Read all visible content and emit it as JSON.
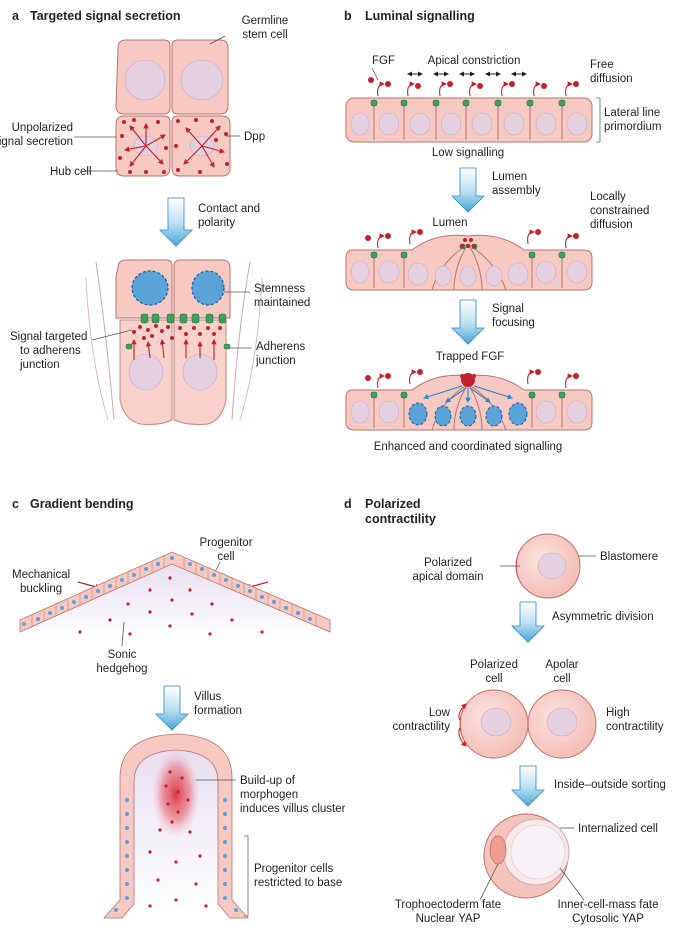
{
  "panels": {
    "a": {
      "letter": "a",
      "title": "Targeted signal secretion",
      "labels": {
        "germline_1": "Germline",
        "germline_2": "stem cell",
        "unpolarized_1": "Unpolarized",
        "unpolarized_2": "signal secretion",
        "dpp": "Dpp",
        "hub_cell": "Hub cell",
        "contact_1": "Contact and",
        "contact_2": "polarity",
        "stemness_1": "Stemness",
        "stemness_2": "maintained",
        "signal_targeted_1": "Signal targeted",
        "signal_targeted_2": "to adherens",
        "signal_targeted_3": "junction",
        "adherens_1": "Adherens",
        "adherens_2": "junction"
      }
    },
    "b": {
      "letter": "b",
      "title": "Luminal signalling",
      "labels": {
        "fgf": "FGF",
        "apical_constriction": "Apical constriction",
        "free_diffusion_1": "Free",
        "free_diffusion_2": "diffusion",
        "lateral_line_1": "Lateral line",
        "lateral_line_2": "primordium",
        "low_signalling": "Low signalling",
        "lumen_assembly_1": "Lumen",
        "lumen_assembly_2": "assembly",
        "locally_1": "Locally",
        "locally_2": "constrained",
        "locally_3": "diffusion",
        "lumen": "Lumen",
        "signal_focusing_1": "Signal",
        "signal_focusing_2": "focusing",
        "trapped_fgf": "Trapped FGF",
        "enhanced": "Enhanced and coordinated signalling"
      }
    },
    "c": {
      "letter": "c",
      "title": "Gradient bending",
      "labels": {
        "progenitor_1": "Progenitor",
        "progenitor_2": "cell",
        "mechanical_1": "Mechanical",
        "mechanical_2": "buckling",
        "sonic_1": "Sonic",
        "sonic_2": "hedgehog",
        "villus_1": "Villus",
        "villus_2": "formation",
        "buildup_1": "Build-up of",
        "buildup_2": "morphogen",
        "buildup_3": "induces villus cluster",
        "restricted_1": "Progenitor cells",
        "restricted_2": "restricted to base"
      }
    },
    "d": {
      "letter": "d",
      "title_1": "Polarized",
      "title_2": "contractility",
      "labels": {
        "polarized_apical_1": "Polarized",
        "polarized_apical_2": "apical domain",
        "blastomere": "Blastomere",
        "asymmetric": "Asymmetric division",
        "polarized_cell_1": "Polarized",
        "polarized_cell_2": "cell",
        "apolar_1": "Apolar",
        "apolar_2": "cell",
        "low_contract_1": "Low",
        "low_contract_2": "contractility",
        "high_contract_1": "High",
        "high_contract_2": "contractility",
        "inside_outside": "Inside–outside sorting",
        "internalized": "Internalized cell",
        "tropho_1": "Trophoectoderm fate",
        "tropho_2": "Nuclear YAP",
        "icm_1": "Inner-cell-mass fate",
        "icm_2": "Cytosolic YAP"
      }
    }
  },
  "colors": {
    "cell_fill": "#f7c9c3",
    "cell_stroke": "#b9736b",
    "nucleus": "#e5d0e0",
    "signal_red": "#c1232c",
    "junction_green": "#3fa05a",
    "active_nucleus_blue": "#5aa3d8",
    "arrow_blue": "#8cc6e8"
  }
}
